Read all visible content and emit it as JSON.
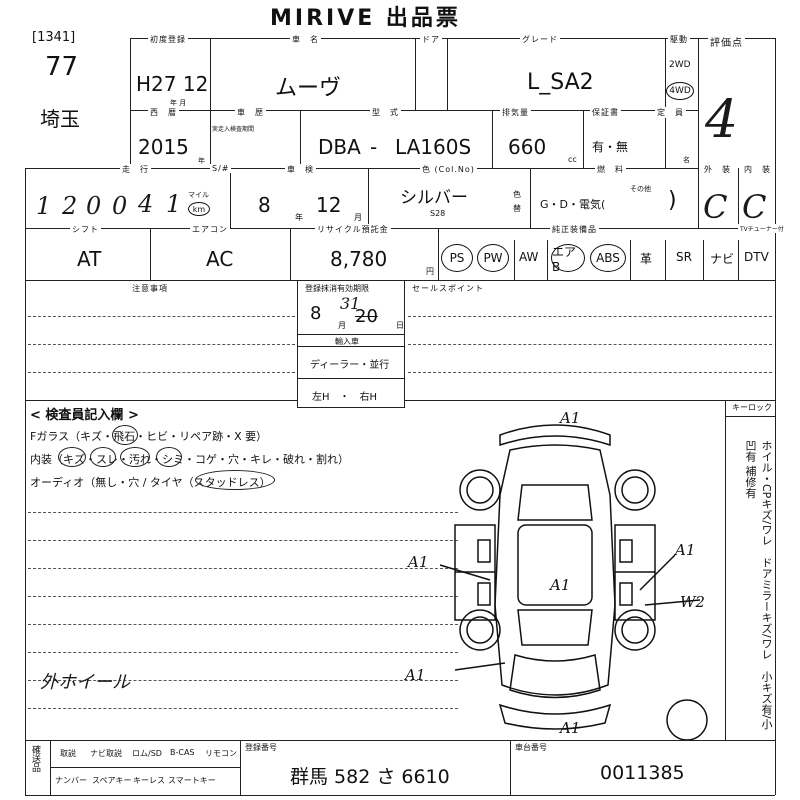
{
  "header": {
    "title": "MIRIVE 出品票"
  },
  "lot": {
    "ref": "[1341]",
    "number": "77",
    "prefecture": "埼玉"
  },
  "row1": {
    "first_reg_label": "初度登録",
    "first_reg_value": "H27 12",
    "first_reg_units": "年      月",
    "car_name_label": "車　名",
    "car_name_value": "ムーヴ",
    "door_label": "ドア",
    "grade_label": "グレード",
    "grade_value": "L_SA2",
    "drive_label": "駆動",
    "drive_2wd": "2WD",
    "drive_4wd": "4WD",
    "score_label": "評価点",
    "score_value": "4"
  },
  "row2": {
    "year_label": "西　暦",
    "year_value": "2015",
    "year_unit": "年",
    "inspection_label": "車　歴",
    "inspection_note": "実走入検査期間",
    "model_label": "型　式",
    "model_prefix": "DBA",
    "model_dash": "-",
    "model_value": "LA160S",
    "cc_label": "排気量",
    "cc_value": "660",
    "cc_unit": "cc",
    "warranty_label": "保証書",
    "warranty_value": "有・無",
    "capacity_label": "定　員",
    "capacity_unit": "名"
  },
  "row3": {
    "mileage_label": "走　行",
    "mileage_digits": [
      "1",
      "2",
      "0",
      "0",
      "4",
      "1"
    ],
    "mileage_unit_top": "マイル",
    "mileage_unit": "km",
    "s_label": "S/#",
    "shaken_label": "車　検",
    "shaken_year": "8",
    "shaken_year_unit": "年",
    "shaken_month": "12",
    "shaken_month_unit": "月",
    "color_label": "色 (Col.No)",
    "color_value": "シルバー",
    "color_code": "S28",
    "color_change": "色替",
    "fuel_label": "燃　料",
    "fuel_value": "G・D・電気(",
    "fuel_other": "その他",
    "fuel_close": ")",
    "exterior_label": "外　装",
    "exterior_value": "C",
    "interior_label": "内　装",
    "interior_value": "C"
  },
  "row4": {
    "shift_label": "シフト",
    "shift_value": "AT",
    "ac_label": "エアコン",
    "ac_value": "AC",
    "recycle_label": "リサイクル預託金",
    "recycle_value": "8,780",
    "recycle_unit": "円",
    "equip_label": "純正装備品",
    "equip": [
      "PS",
      "PW",
      "AW",
      "エアB",
      "ABS",
      "革",
      "SR",
      "ナビ",
      "DTV"
    ],
    "equip_circled": [
      "PS",
      "PW",
      "エアB",
      "ABS"
    ],
    "tuner_label": "TVチューナー付"
  },
  "notes": {
    "caution_label": "注意事項",
    "reg_deadline_label": "登録抹消有効期限",
    "reg_month": "8",
    "reg_month_unit": "月",
    "reg_day_struck": "20",
    "reg_day_new": "31",
    "reg_day_unit": "日",
    "import_label": "輸入車",
    "import_dealer": "ディーラー・並行",
    "handle": "左H　・　右H",
    "sales_label": "セールスポイント"
  },
  "inspector": {
    "title": "< 検査員記入欄 >",
    "line1": "Fガラス（キズ・飛石・ヒビ・リペア跡・X 要）",
    "line2": "内装（キズ・スレ・汚れ・シミ・コゲ・穴・キレ・破れ・割れ）",
    "line3": "オーディオ（無し・穴 / タイヤ（スタッドレス）",
    "hand_note": "外ホイール",
    "side_text": "ホイル・CPキズ/ワレ　ドアミラーキズ/ワレ　小キズ有/小凹有 補修有",
    "keylock_label": "キーロック"
  },
  "diagram": {
    "marks": [
      "A1",
      "A1",
      "A1",
      "A1",
      "A1",
      "A1",
      "W2"
    ]
  },
  "footer": {
    "items_top": [
      "取説",
      "ナビ取説",
      "ロム/SD",
      "B-CAS",
      "リモコン"
    ],
    "items_bottom": [
      "ナンバー",
      "スペアキー",
      "キーレス",
      "スマートキー"
    ],
    "side_label": "確送品",
    "reg_no_label": "登録番号",
    "reg_no_value": "群馬 582 さ 6610",
    "chassis_label": "車台番号",
    "chassis_value": "0011385"
  }
}
